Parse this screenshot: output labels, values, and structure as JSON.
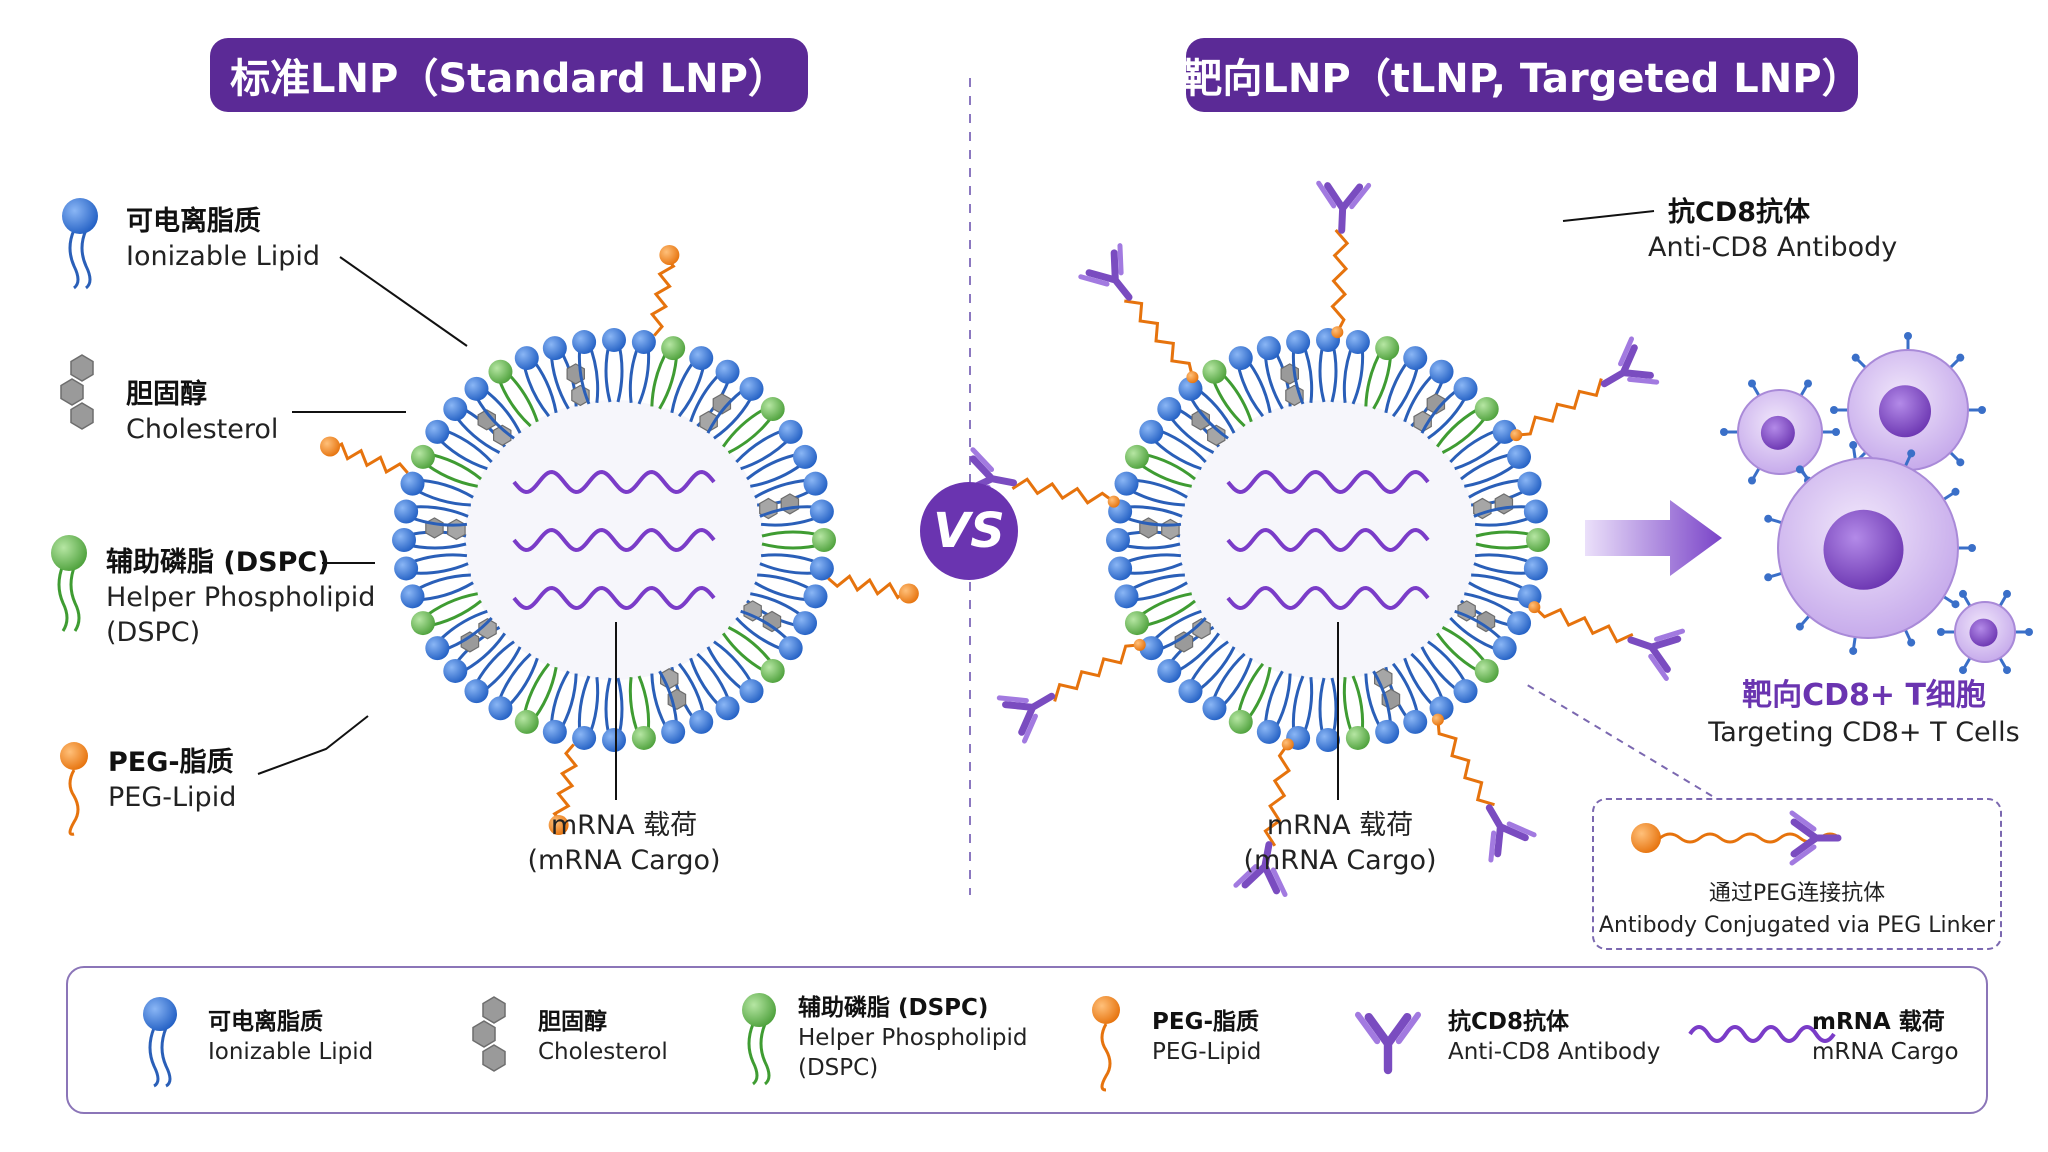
{
  "titles": {
    "left": "标准LNP（Standard LNP）",
    "right": "靶向LNP（tLNP, Targeted LNP）"
  },
  "vs": "VS",
  "left_labels": {
    "ionizable": {
      "zh": "可电离脂质",
      "en": "Ionizable Lipid"
    },
    "cholesterol": {
      "zh": "胆固醇",
      "en": "Cholesterol"
    },
    "helper": {
      "zh": "辅助磷脂 (DSPC)",
      "en": "Helper Phospholipid",
      "en2": "(DSPC)"
    },
    "peg": {
      "zh": "PEG-脂质",
      "en": "PEG-Lipid"
    },
    "mrna": {
      "zh": "mRNA 载荷",
      "en": "(mRNA Cargo)"
    }
  },
  "right_labels": {
    "antibody": {
      "zh": "抗CD8抗体",
      "en": "Anti-CD8 Antibody"
    },
    "mrna": {
      "zh": "mRNA 载荷",
      "en": "(mRNA Cargo)"
    },
    "tcell": {
      "zh": "靶向CD8+ T细胞",
      "en": "Targeting CD8+ T Cells"
    },
    "conjugate": {
      "zh": "通过PEG连接抗体",
      "en": "Antibody Conjugated via PEG Linker"
    }
  },
  "legend": [
    {
      "zh": "可电离脂质",
      "en": "Ionizable Lipid",
      "icon": "ionizable-lipid-icon"
    },
    {
      "zh": "胆固醇",
      "en": "Cholesterol",
      "icon": "cholesterol-icon"
    },
    {
      "zh": "辅助磷脂 (DSPC)",
      "en": "Helper Phospholipid",
      "en2": "(DSPC)",
      "icon": "helper-phospholipid-icon"
    },
    {
      "zh": "PEG-脂质",
      "en": "PEG-Lipid",
      "icon": "peg-lipid-icon"
    },
    {
      "zh": "抗CD8抗体",
      "en": "Anti-CD8 Antibody",
      "icon": "antibody-icon"
    },
    {
      "zh": "mRNA 载荷",
      "en": "mRNA Cargo",
      "icon": "mrna-icon"
    }
  ],
  "colors": {
    "title_bg": "#5b2a96",
    "ionizable": "#3a78d6",
    "helper": "#6cbf5a",
    "peg": "#f08a1c",
    "cholesterol": "#8a8a8a",
    "antibody": "#7a4cc0",
    "mrna": "#7a3cc8"
  }
}
